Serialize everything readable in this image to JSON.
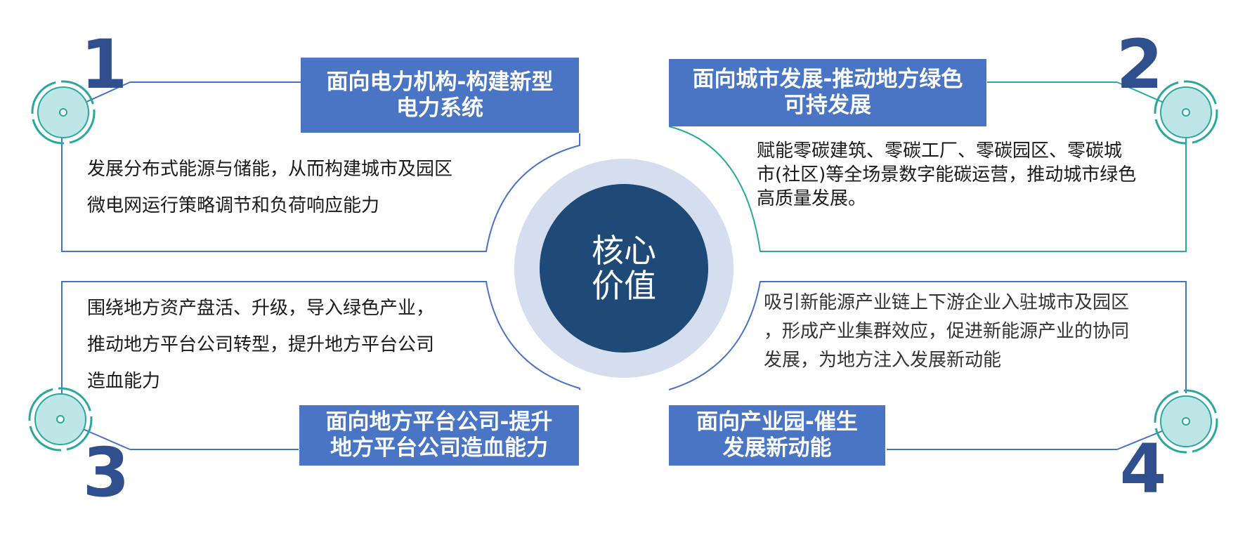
{
  "center": {
    "lines": [
      "核心",
      "价值"
    ]
  },
  "quadrants": [
    {
      "number": "1",
      "title_lines": [
        "面向电力机构-构建新型",
        "电力系统"
      ],
      "desc_lines": [
        "发展分布式能源与储能，从而构建城市及园区",
        "微电网运行策略调节和负荷响应能力"
      ]
    },
    {
      "number": "2",
      "title_lines": [
        "面向城市发展-推动地方绿色",
        "可持发展"
      ],
      "desc_lines": [
        "赋能零碳建筑、零碳工厂、零碳园区、零碳城",
        "市(社区)等全场景数字能碳运营，推动城市绿色",
        "高质量发展。"
      ]
    },
    {
      "number": "3",
      "title_lines": [
        "面向地方平台公司-提升",
        "地方平台公司造血能力"
      ],
      "desc_lines": [
        "围绕地方资产盘活、升级，导入绿色产业，",
        "推动地方平台公司转型，提升地方平台公司",
        "造血能力"
      ]
    },
    {
      "number": "4",
      "title_lines": [
        "面向产业园-催生",
        "发展新动能"
      ],
      "desc_lines": [
        "吸引新能源产业链上下游企业入驻城市及园区",
        "，形成产业集群效应，促进新能源产业的协同",
        "发展，为地方注入发展新动能"
      ]
    }
  ],
  "colors": {
    "title_bg": "#4a75c4",
    "number": "#2f4f8f",
    "frame_blue": "#4a72c4",
    "frame_teal": "#2aa89e",
    "core_dark": "#1f4a78",
    "core_ring": "#d4deef"
  }
}
